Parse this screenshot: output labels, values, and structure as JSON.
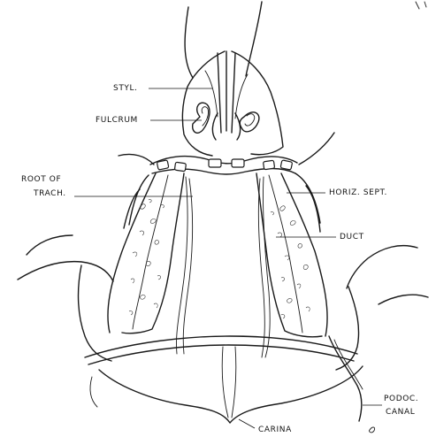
{
  "labels": {
    "styl": "STYL.",
    "fulcrum": "FULCRUM",
    "root_of_trach_line1": "ROOT OF",
    "root_of_trach_line2": "TRACH.",
    "horiz_sept": "HORIZ. SEPT.",
    "duct": "DUCT",
    "podoc_canal_line1": "PODOC.",
    "podoc_canal_line2": "CANAL",
    "carina": "CARINA"
  }
}
